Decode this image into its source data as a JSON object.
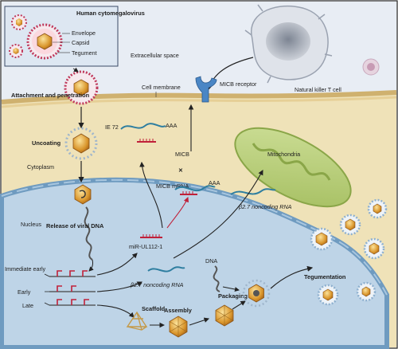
{
  "legend": {
    "title": "Human cytomegalovirus",
    "envelope": "Envelope",
    "capsid": "Capsid",
    "tegument": "Tegument"
  },
  "labels": {
    "extracellular": "Extracellular space",
    "cell_membrane": "Cell membrane",
    "micb_receptor": "MICB receptor",
    "nk_cell": "Natural killer T cell",
    "attachment": "Attachment and penetration",
    "uncoating": "Uncoating",
    "cytoplasm": "Cytoplasm",
    "nucleus": "Nucleus",
    "ie72": "IE 72",
    "aaa1": "AAA",
    "aaa2": "AAA",
    "micb": "MICB",
    "micb_mrna": "MICB mRNA",
    "mitochondria": "Mitochondria",
    "b27_rna_cyto": "β2.7 noncoding RNA",
    "release": "Release of viral DNA",
    "mir": "miR-UL112-1",
    "immediate_early": "Immediate early",
    "early": "Early",
    "late": "Late",
    "b27_rna_nuc": "β2.7 noncoding RNA",
    "dna": "DNA",
    "scaffold": "Scaffold",
    "assembly": "Assembly",
    "packaging": "Packaging",
    "tegumentation": "Tegumentation"
  },
  "colors": {
    "extracellular": "#e6ecf3",
    "cytoplasm": "#efe1b7",
    "membrane": "#d8be82",
    "nucleus": "#bcd3e6",
    "nuclear_envelope": "#6f9bc0",
    "mitochondria": "#b9d07d",
    "capsid": "#e0a83a",
    "envelope": "#c03a5c",
    "rna": "#2e7ea0",
    "inhibit": "#d4213a"
  }
}
